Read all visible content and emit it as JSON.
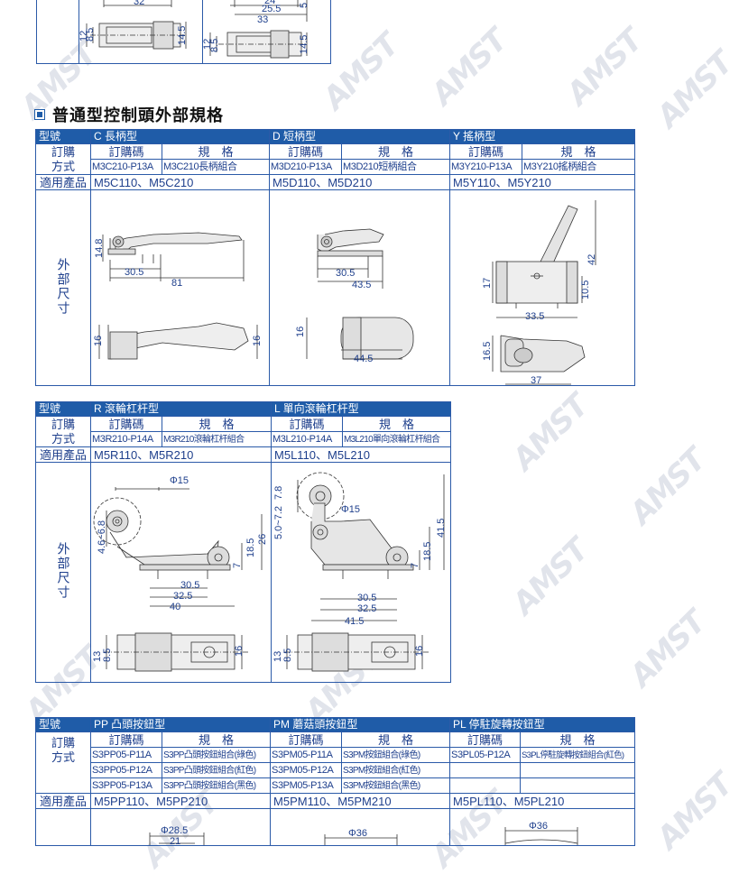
{
  "section_title": "普通型控制頭外部規格",
  "top_dims": {
    "a": "32",
    "b": "24",
    "c": "25.5",
    "d": "33",
    "e": "5",
    "f": "12",
    "g": "8.5",
    "h": "14.5",
    "i": "12",
    "j": "8.5",
    "k": "14.5"
  },
  "table1": {
    "h_model": "型號",
    "h_order": "訂購方式",
    "h_order_a": "訂購",
    "h_order_b": "方式",
    "h_apply": "適用產品",
    "h_outline": "外部尺寸",
    "h_code": "訂購碼",
    "h_spec": "規　格",
    "cols": [
      {
        "name": "C 長柄型",
        "code": "M3C210-P13A",
        "spec": "M3C210長柄組合",
        "apply": "M5C110、M5C210",
        "dims": [
          "14.8",
          "30.5",
          "81",
          "16",
          "16"
        ]
      },
      {
        "name": "D 短柄型",
        "code": "M3D210-P13A",
        "spec": "M3D210短柄組合",
        "apply": "M5D110、M5D210",
        "dims": [
          "30.5",
          "43.5",
          "16",
          "44.5"
        ]
      },
      {
        "name": "Y 搖柄型",
        "code": "M3Y210-P13A",
        "spec": "M3Y210搖柄組合",
        "apply": "M5Y110、M5Y210",
        "dims": [
          "42",
          "17",
          "10.5",
          "33.5",
          "16.5",
          "37"
        ]
      }
    ]
  },
  "table2": {
    "cols": [
      {
        "name": "R 滾輪杠杆型",
        "code": "M3R210-P14A",
        "spec": "M3R210滾輪杠杆組合",
        "apply": "M5R110、M5R210",
        "dims": [
          "Φ15",
          "4.6~6.8",
          "18.5",
          "26",
          "7",
          "30.5",
          "32.5",
          "40",
          "13",
          "8.5",
          "16"
        ]
      },
      {
        "name": "L 單向滾輪杠杆型",
        "code": "M3L210-P14A",
        "spec": "M3L210單向滾輪杠杆組合",
        "apply": "M5L110、M5L210",
        "dims": [
          "7.8",
          "5.0~7.2",
          "Φ15",
          "41.5",
          "18.5",
          "7",
          "30.5",
          "32.5",
          "41.5",
          "13",
          "8.5",
          "16"
        ]
      }
    ]
  },
  "table3": {
    "cols": [
      {
        "name": "PP 凸頭按鈕型",
        "rows": [
          [
            "S3PP05-P11A",
            "S3PP凸頭按鈕組合(綠色)"
          ],
          [
            "S3PP05-P12A",
            "S3PP凸頭按鈕組合(紅色)"
          ],
          [
            "S3PP05-P13A",
            "S3PP凸頭按鈕組合(黑色)"
          ]
        ],
        "apply": "M5PP110、M5PP210",
        "dims": [
          "Φ28.5",
          "21"
        ]
      },
      {
        "name": "PM 蘑菇頭按鈕型",
        "rows": [
          [
            "S3PM05-P11A",
            "S3PM按鈕組合(綠色)"
          ],
          [
            "S3PM05-P12A",
            "S3PM按鈕組合(紅色)"
          ],
          [
            "S3PM05-P13A",
            "S3PM按鈕組合(黑色)"
          ]
        ],
        "apply": "M5PM110、M5PM210",
        "dims": [
          "Φ36"
        ]
      },
      {
        "name": "PL 停駐旋轉按鈕型",
        "rows": [
          [
            "S3PL05-P12A",
            "S3PL停駐旋轉按鈕組合(紅色)"
          ]
        ],
        "apply": "M5PL110、M5PL210",
        "dims": [
          "Φ36"
        ]
      }
    ]
  },
  "colors": {
    "header_bg": "#1f5ca8",
    "line": "#2b5aa8",
    "text": "#1e3f8c"
  }
}
